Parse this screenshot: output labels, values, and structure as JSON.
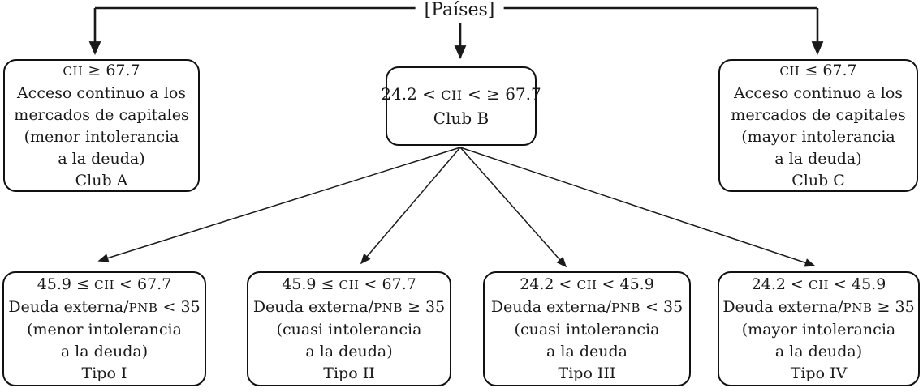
{
  "diagram": {
    "root_label": "[Países]",
    "nodes": [
      {
        "id": "club-a",
        "lines": [
          "CII ≥ 67.7",
          "Acceso continuo a los",
          "mercados de capitales",
          "(menor intolerancia",
          "a la deuda)",
          "Club A"
        ]
      },
      {
        "id": "club-b",
        "lines": [
          "24.2 < CII < ≥ 67.7",
          "Club B"
        ]
      },
      {
        "id": "club-c",
        "lines": [
          "CII ≤ 67.7",
          "Acceso continuo a los",
          "mercados de capitales",
          "(mayor intolerancia",
          "a la deuda)",
          "Club C"
        ]
      },
      {
        "id": "tipo-i",
        "lines": [
          "45.9 ≤ CII < 67.7",
          "Deuda externa/PNB < 35",
          "(menor intolerancia",
          "a la deuda)",
          "Tipo I"
        ]
      },
      {
        "id": "tipo-ii",
        "lines": [
          "45.9 ≤ CII < 67.7",
          "Deuda externa/PNB ≥ 35",
          "(cuasi intolerancia",
          "a la deuda)",
          "Tipo II"
        ]
      },
      {
        "id": "tipo-iii",
        "lines": [
          "24.2 < CII < 45.9",
          "Deuda externa/PNB < 35",
          "(cuasi intolerancia",
          "a la deuda",
          "Tipo III"
        ]
      },
      {
        "id": "tipo-iv",
        "lines": [
          "24.2 < CII < 45.9",
          "Deuda externa/PNB ≥ 35",
          "(mayor intolerancia",
          "a la deuda)",
          "Tipo IV"
        ]
      }
    ],
    "colors": {
      "line": "#1a1a1a",
      "box_border": "#111111",
      "background": "#ffffff",
      "text": "#1a1a1a"
    }
  }
}
